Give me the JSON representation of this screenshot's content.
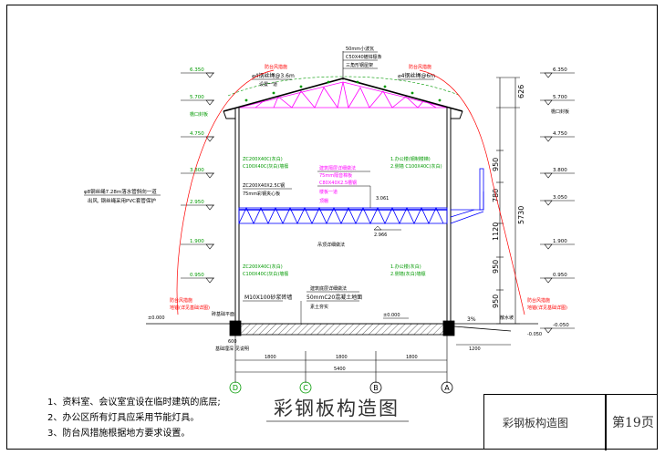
{
  "title": "彩钢板构造图",
  "title_block": {
    "name": "彩钢板构造图",
    "page": "第19页"
  },
  "notes": [
    "1、资料室、会议室宜设在临时建筑的底层;",
    "2、办公区所有灯具应采用节能灯具。",
    "3、防台风措施根据地方要求设置。"
  ],
  "labels": {
    "roof_spec_1": "50mm小波瓦",
    "roof_spec_2": "C50X40镀锌檩条",
    "roof_spec_3": "三角形钢屋架",
    "ridge_left": "⌀4钢丝绳@3.6m",
    "ridge_left_sub": "设置一道",
    "ridge_right": "⌀4钢丝绳@6m",
    "typhoon_top_left": "防台风措施",
    "typhoon_top_right": "防台风措施",
    "gutter": "檐口封板",
    "eave_right": "檐口封板",
    "downpipe_1": "φ8钢丝绳7.28m落水管斜向一道",
    "downpipe_2": "出风, 钢丝绳采用PVC套管保护",
    "wall_spec_upper_l1": "ZC200X40C(灰白)",
    "wall_spec_upper_l2": "C100X40C(灰白)墙檩",
    "floor_beam_l1": "ZC200X40X2.5C钢",
    "floor_beam_l2": "75mm彩钢夹心板",
    "floor_center_1": "建筑隔层详细做法",
    "floor_center_2": "75mm隔音棉板",
    "floor_center_3": "C80X40X2.5槽钢",
    "floor_center_4": "楼板一道",
    "floor_center_5": "顶棚",
    "wall_spec_upper_r1": "1.办公楼(钢制楼梯)",
    "wall_spec_upper_r2": "2.侧墙 C100X40C(灰白)",
    "elev_mid": "3.061",
    "elev_lower": "2.966",
    "ceiling_note": "吊顶详细做法",
    "wall_spec_lower_l1": "ZC200X40C(灰白)",
    "wall_spec_lower_l2": "C100X40C(灰白)墙檩",
    "wall_spec_lower_r1": "1.办公楼(灰白)",
    "wall_spec_lower_r2": "2.侧墙(灰白)墙檩",
    "ground_1": "建筑底层详细做法",
    "ground_2": "50mmC20混凝土地面",
    "ground_3": "素土夯实",
    "mortar": "M10X100砂浆砖墙",
    "zero_left": "±0.000",
    "zero_center": "±0.000",
    "neg_right": "-0.050",
    "typhoon_bottom_left_1": "防台风措施",
    "typhoon_bottom_left_2": "地锚(详见基础详图)",
    "typhoon_bottom_right_1": "防台风措施",
    "typhoon_bottom_right_2": "地锚(详见基础详图)",
    "footing_left": "砖基础平面",
    "footing_right": "散水坡",
    "base_label": "基础埋深",
    "base_value": "见说明",
    "slope": "3%",
    "dim_600": "600",
    "dim_1200": "1200"
  },
  "left_elevations": [
    "6.350",
    "5.700",
    "4.750",
    "3.800",
    "2.950",
    "1.900",
    "0.950"
  ],
  "right_elevations": [
    "6.350",
    "5.700",
    "4.750",
    "3.800",
    "3.050",
    "1.900",
    "0.950",
    "-0.050"
  ],
  "vertical_dims": [
    "626",
    "950",
    "780",
    "1120",
    "950",
    "950",
    "5730"
  ],
  "horizontal_dims": [
    "1800",
    "1800",
    "1800",
    "5400"
  ],
  "axes": [
    "D",
    "C",
    "B",
    "A"
  ],
  "colors": {
    "structure": "#0000ff",
    "truss": "#ff00ff",
    "notes": "#00aa00",
    "typhoon": "#ff0000",
    "frame": "#000000"
  }
}
